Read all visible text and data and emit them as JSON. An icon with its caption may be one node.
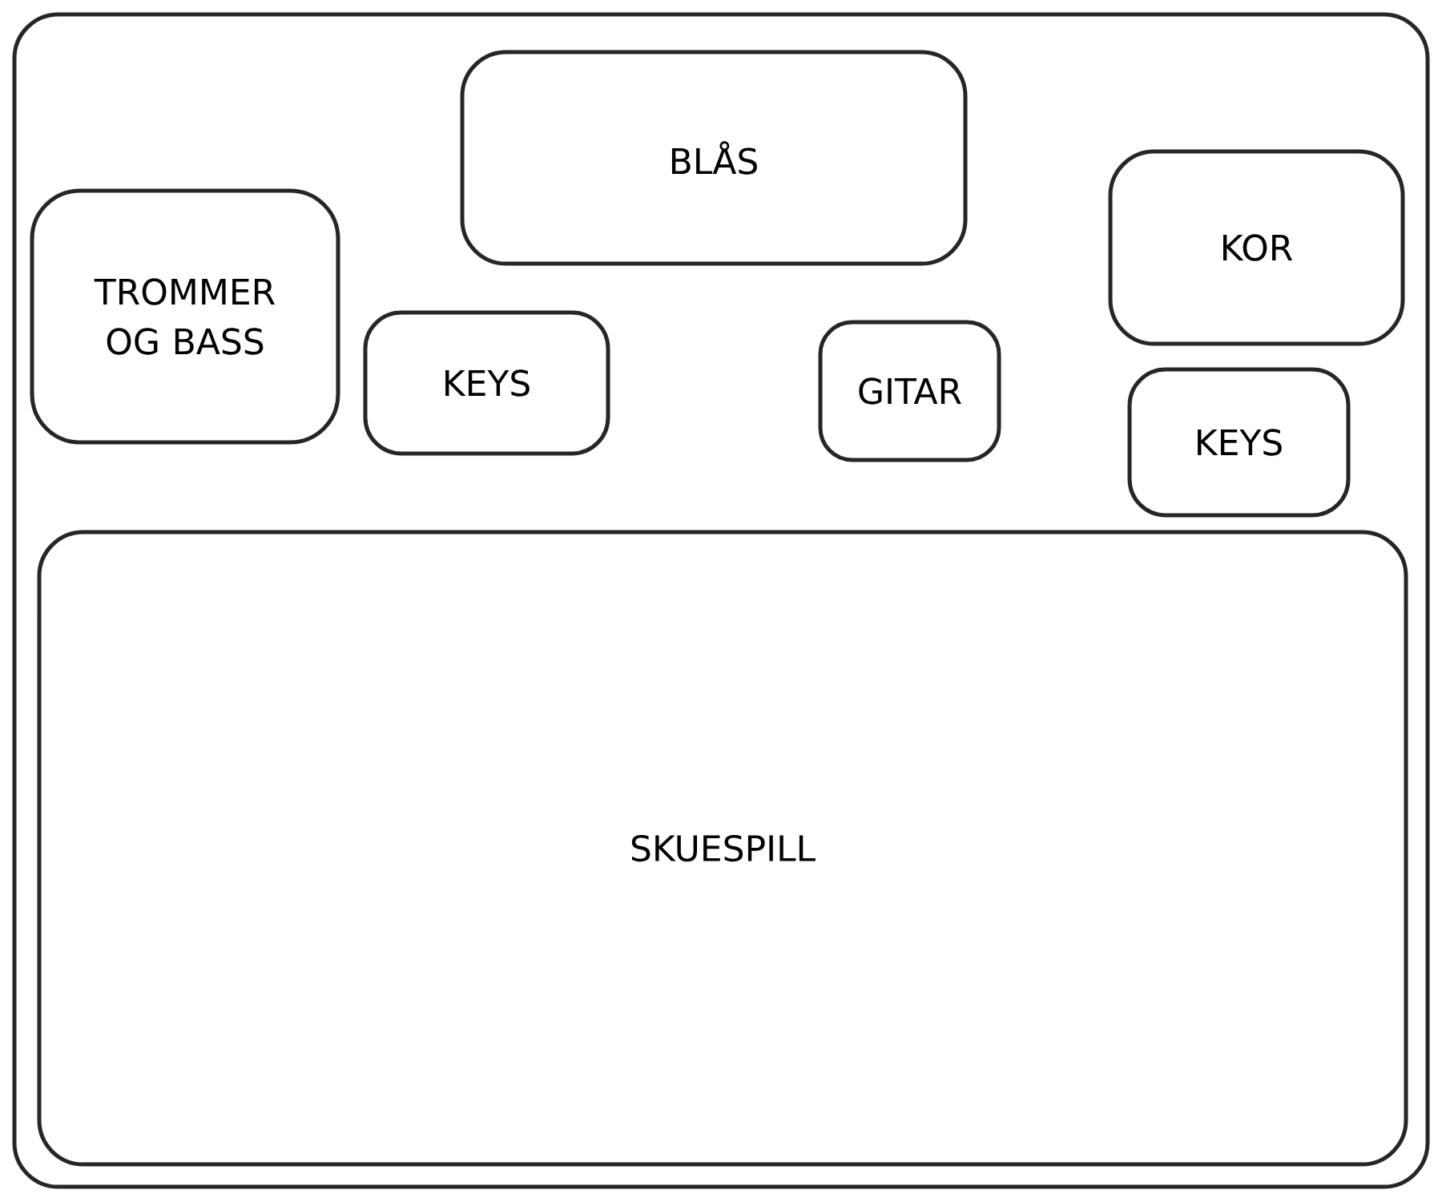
{
  "diagram": {
    "nodes": [
      {
        "text": [],
        "shape": "box"
      },
      {
        "text": [
          "BLÅS"
        ],
        "in": 0
      },
      {
        "text": [
          "KOR"
        ],
        "in": 0
      },
      {
        "text": [
          "TROMMER OG BASS"
        ],
        "in": 0
      },
      {
        "text": [
          "KEYS"
        ],
        "in": 0
      },
      {
        "text": [
          "GITAR"
        ],
        "in": 0
      },
      {
        "text": [
          "KEYS"
        ],
        "in": 0
      },
      {
        "text": [
          "SKUESPILL"
        ],
        "in": 0
      }
    ]
  }
}
